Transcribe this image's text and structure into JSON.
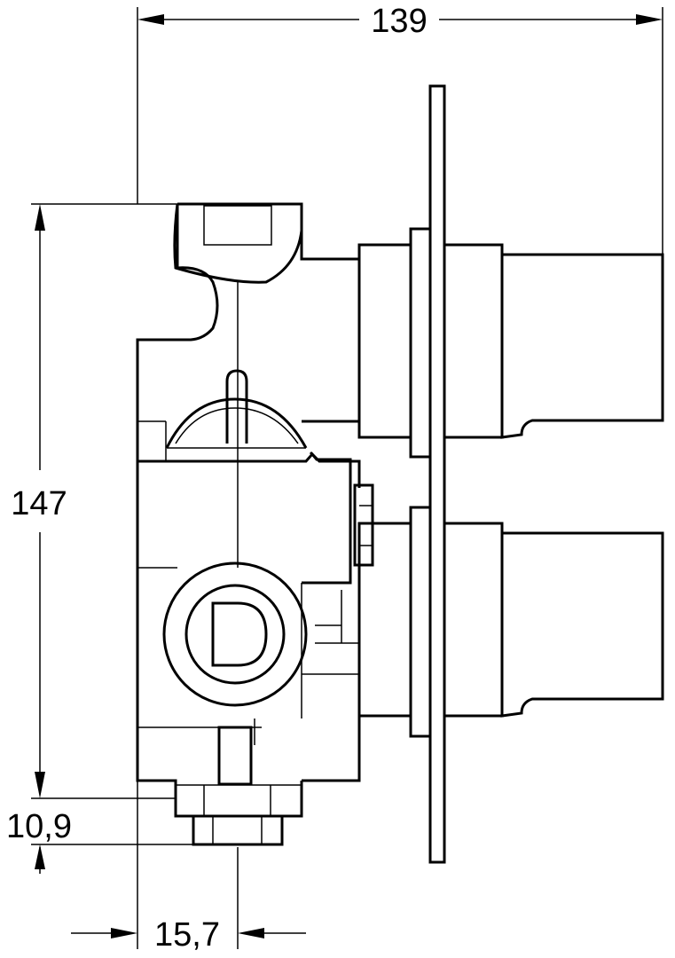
{
  "dimensions": {
    "overall_depth": "139",
    "overall_height": "147",
    "outlet_offset_vertical": "10,9",
    "outlet_offset_horizontal": "15,7"
  },
  "colors": {
    "line": "#000000",
    "background": "#ffffff"
  }
}
